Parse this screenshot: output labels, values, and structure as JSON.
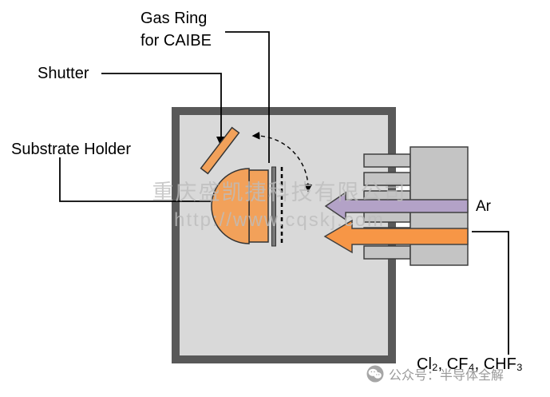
{
  "labels": {
    "gas_ring_line1": "Gas Ring",
    "gas_ring_line2": "for CAIBE",
    "shutter": "Shutter",
    "substrate_holder": "Substrate Holder",
    "ar_gas": "Ar",
    "etch_gases": "Cl₂, CF₄, CHF₃"
  },
  "watermark": {
    "company": "重庆盛凯捷科技有限公司",
    "url": "http://www.cqskj.com"
  },
  "footer": {
    "icon": "wechat-icon",
    "text": "公众号：半导体全解"
  },
  "colors": {
    "chamber_wall": "#595959",
    "chamber_interior": "#D9D9D9",
    "holder_orange": "#F2A15A",
    "arrow_orange": "#F79646",
    "arrow_purple": "#B3A2C7",
    "source_gray": "#C4C4C4",
    "line_black": "#000000",
    "watermark_gray": "#BDBDBD",
    "footer_gray": "#9A9A9A"
  }
}
